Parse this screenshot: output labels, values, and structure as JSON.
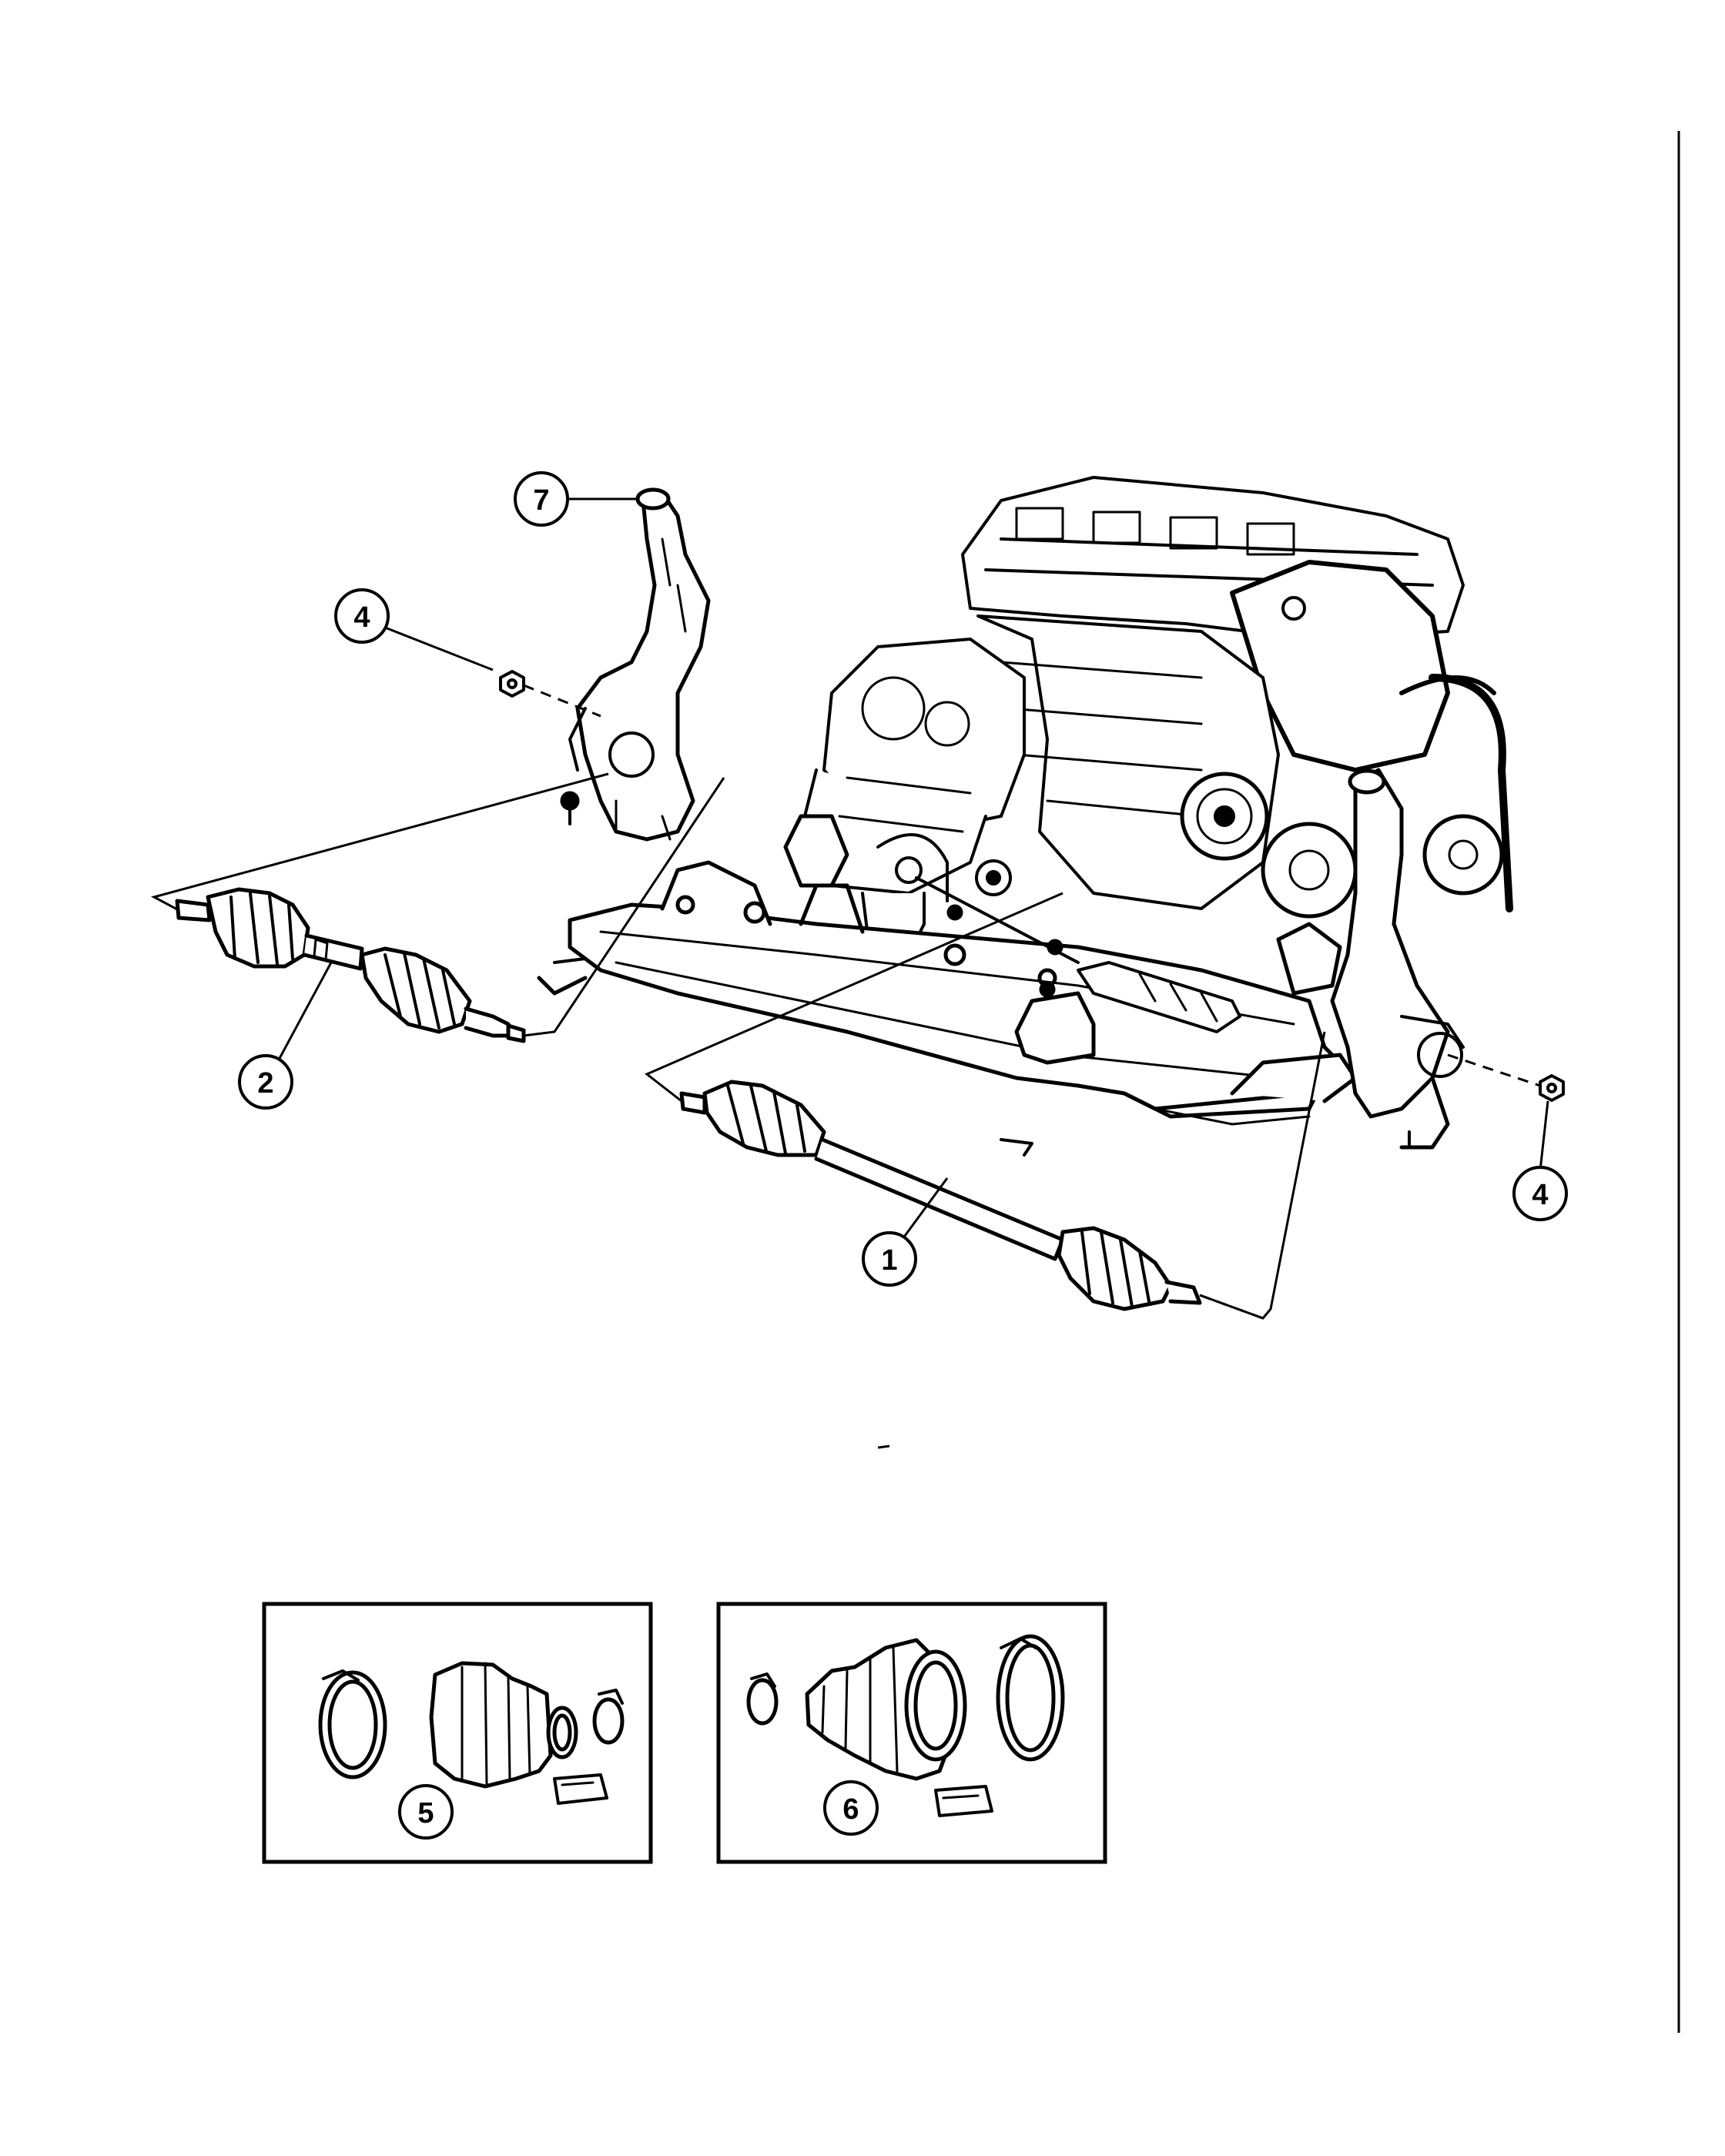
{
  "diagram": {
    "callouts": {
      "c7": "7",
      "c4_left": "4",
      "c2": "2",
      "c1": "1",
      "c4_right": "4",
      "c5": "5",
      "c6": "6"
    },
    "parts": [
      "steering-knuckle-left",
      "hub-nut-left",
      "drive-shaft-left",
      "drive-shaft-right",
      "hub-nut-right",
      "engine-assembly",
      "boot-kit-outer",
      "boot-kit-inner"
    ]
  }
}
